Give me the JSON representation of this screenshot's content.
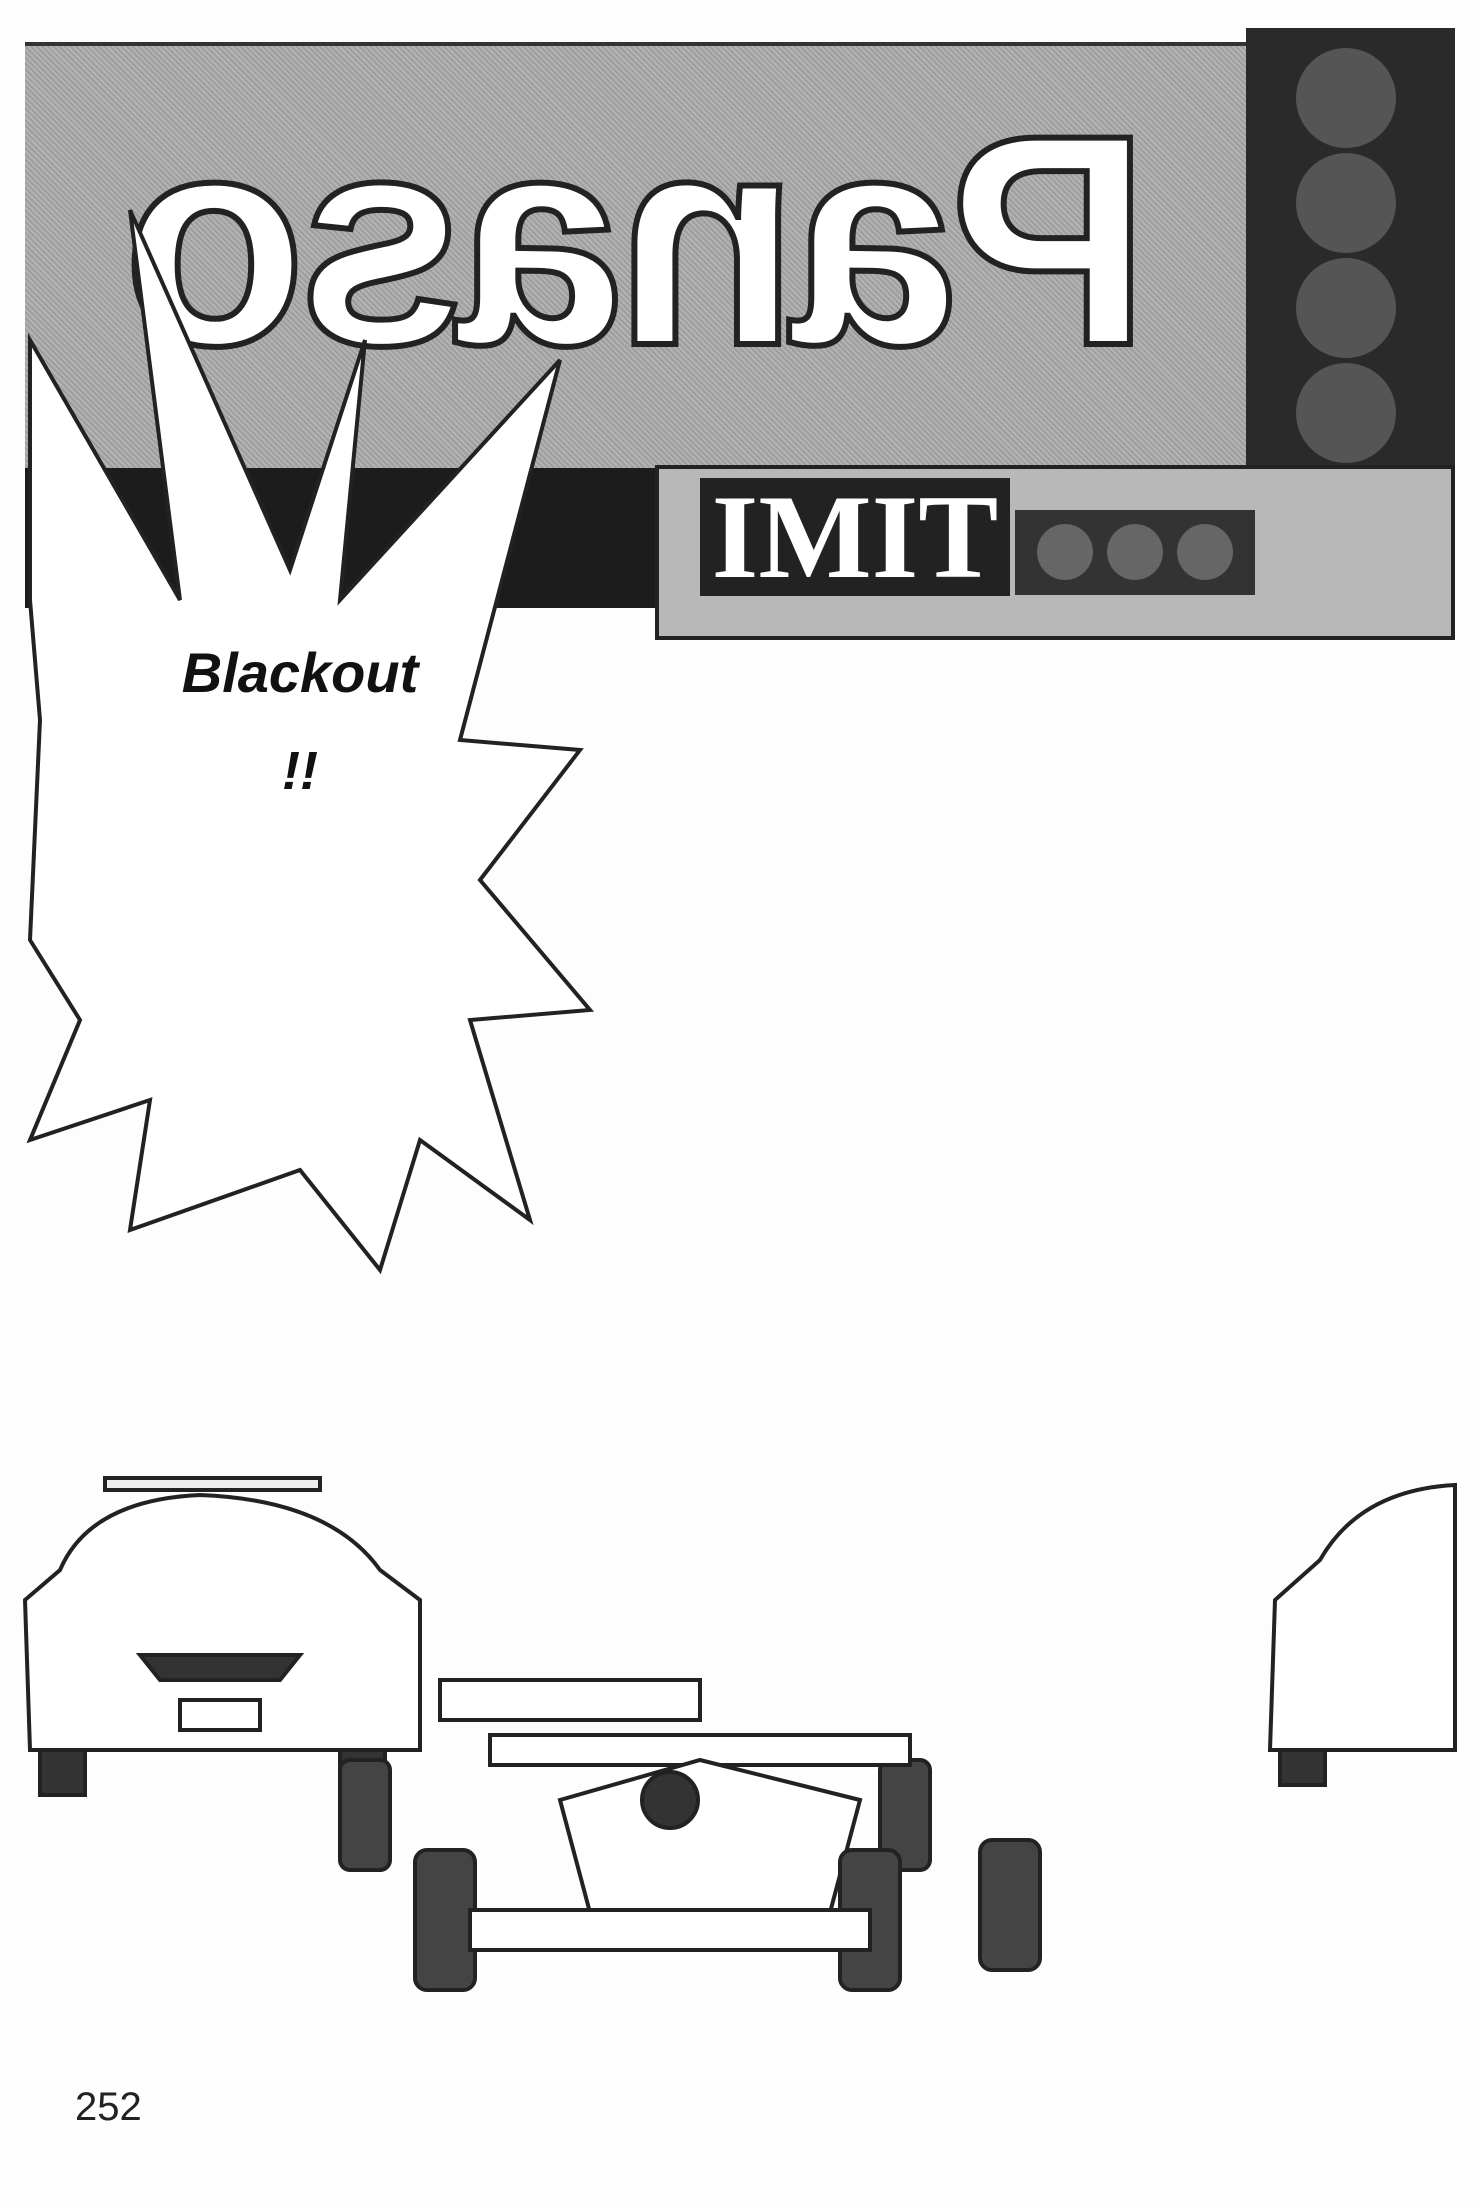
{
  "sign": {
    "brand_text_mirrored": "Panaso",
    "lower_sign": "IMIT"
  },
  "speech_burst": {
    "line1": "Blackout",
    "line2": "!!"
  },
  "page_number": "252"
}
